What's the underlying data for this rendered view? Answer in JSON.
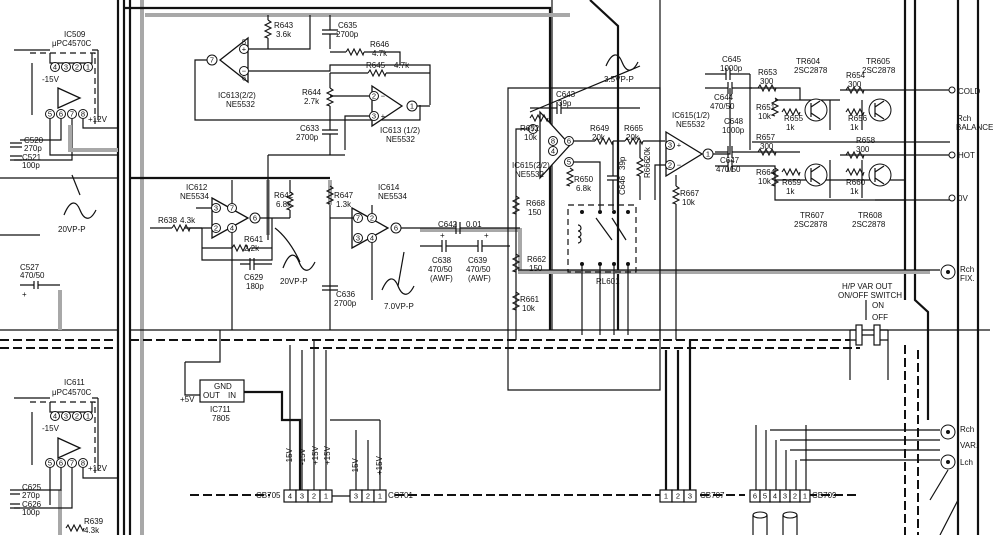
{
  "integrated_circuits": [
    {
      "ref": "IC509",
      "part": "μPC4570C"
    },
    {
      "ref": "IC611",
      "part": "μPC4570C"
    },
    {
      "ref": "IC613(2/2)",
      "part": "NE5532"
    },
    {
      "ref": "IC613 (1/2)",
      "part": "NE5532"
    },
    {
      "ref": "IC612",
      "part": "NE5534"
    },
    {
      "ref": "IC614",
      "part": "NE5534"
    },
    {
      "ref": "IC615(2/2)",
      "part": "NE5532"
    },
    {
      "ref": "IC615(1/2)",
      "part": "NE5532"
    },
    {
      "ref": "IC711",
      "part": "7805"
    }
  ],
  "resistors": [
    {
      "ref": "R643",
      "value": "3.6k"
    },
    {
      "ref": "R646",
      "value": "4.7k"
    },
    {
      "ref": "R645",
      "value": "4.7k"
    },
    {
      "ref": "R644",
      "value": "2.7k"
    },
    {
      "ref": "R642",
      "value": "6.8k"
    },
    {
      "ref": "R647",
      "value": "1.3k"
    },
    {
      "ref": "R641",
      "value": "2.2k"
    },
    {
      "ref": "R638",
      "value": "4.3k"
    },
    {
      "ref": "R639",
      "value": "4.3k"
    },
    {
      "ref": "R652",
      "value": "10k"
    },
    {
      "ref": "R649",
      "value": "20k"
    },
    {
      "ref": "R665",
      "value": "20k"
    },
    {
      "ref": "R650",
      "value": "6.8k"
    },
    {
      "ref": "R666",
      "value": "20k"
    },
    {
      "ref": "R667",
      "value": "10k"
    },
    {
      "ref": "R668",
      "value": "150"
    },
    {
      "ref": "R662",
      "value": "150"
    },
    {
      "ref": "R661",
      "value": "10k"
    },
    {
      "ref": "R653",
      "value": "300"
    },
    {
      "ref": "R651",
      "value": "10k"
    },
    {
      "ref": "R654",
      "value": "300"
    },
    {
      "ref": "R655",
      "value": "1k"
    },
    {
      "ref": "R656",
      "value": "1k"
    },
    {
      "ref": "R657",
      "value": "300"
    },
    {
      "ref": "R658",
      "value": "300"
    },
    {
      "ref": "R664",
      "value": "10k"
    },
    {
      "ref": "R659",
      "value": "1k"
    },
    {
      "ref": "R660",
      "value": "1k"
    }
  ],
  "capacitors": [
    {
      "ref": "C635",
      "value": "2700p"
    },
    {
      "ref": "C633",
      "value": "2700p"
    },
    {
      "ref": "C629",
      "value": "180p"
    },
    {
      "ref": "C636",
      "value": "2700p"
    },
    {
      "ref": "C642",
      "value": "0.01"
    },
    {
      "ref": "C638",
      "value": "470/50",
      "note": "(AWF)"
    },
    {
      "ref": "C639",
      "value": "470/50",
      "note": "(AWF)"
    },
    {
      "ref": "C520",
      "value": "270p"
    },
    {
      "ref": "C521",
      "value": "100p"
    },
    {
      "ref": "C527",
      "value": "470/50"
    },
    {
      "ref": "C625",
      "value": "270p"
    },
    {
      "ref": "C626",
      "value": "100p"
    },
    {
      "ref": "C643",
      "value": "39p"
    },
    {
      "ref": "C646",
      "value": "39p"
    },
    {
      "ref": "C645",
      "value": "1000p"
    },
    {
      "ref": "C644",
      "value": "470/50"
    },
    {
      "ref": "C648",
      "value": "1000p"
    },
    {
      "ref": "C647",
      "value": "470/50"
    }
  ],
  "transistors": [
    {
      "ref": "TR604",
      "part": "2SC2878"
    },
    {
      "ref": "TR605",
      "part": "2SC2878"
    },
    {
      "ref": "TR607",
      "part": "2SC2878"
    },
    {
      "ref": "TR608",
      "part": "2SC2878"
    }
  ],
  "relay": {
    "ref": "RL601"
  },
  "waveforms": {
    "w20a": "20VP-P",
    "w20b": "20VP-P",
    "w7": "7.0VP-P",
    "w35": "3.5VP-P"
  },
  "rails": {
    "neg15": "-15V",
    "pos12": "+12V",
    "pos5": "+5V"
  },
  "regulator_pins": {
    "gnd": "GND",
    "out": "OUT",
    "in": "IN"
  },
  "connectors": {
    "cb705": {
      "ref": "CB705",
      "pins": [
        "4",
        "3",
        "2",
        "1"
      ],
      "wires": [
        "-15V",
        "-15V",
        "+15V",
        "+15V"
      ]
    },
    "cc701": {
      "ref": "CC701",
      "pins": [
        "3",
        "2",
        "1"
      ],
      "wires": [
        "-15V",
        "+15V"
      ]
    },
    "cb707": {
      "ref": "CB707",
      "pins": [
        "1",
        "2",
        "3"
      ]
    },
    "cb709": {
      "ref": "CB709",
      "pins": [
        "6",
        "5",
        "4",
        "3",
        "2",
        "1"
      ]
    }
  },
  "outputs": {
    "cold": "COLD",
    "rch_balance": "Rch",
    "balance": "BALANCE",
    "hot": "HOT",
    "zero": "0V",
    "rch_fix": "Rch",
    "fix": "FIX.",
    "hp": "H/P  VAR OUT",
    "switch": "ON/OFF SWITCH",
    "on": "ON",
    "off": "OFF",
    "var_rch": "Rch",
    "var": "VAR.",
    "var_lch": "Lch"
  }
}
